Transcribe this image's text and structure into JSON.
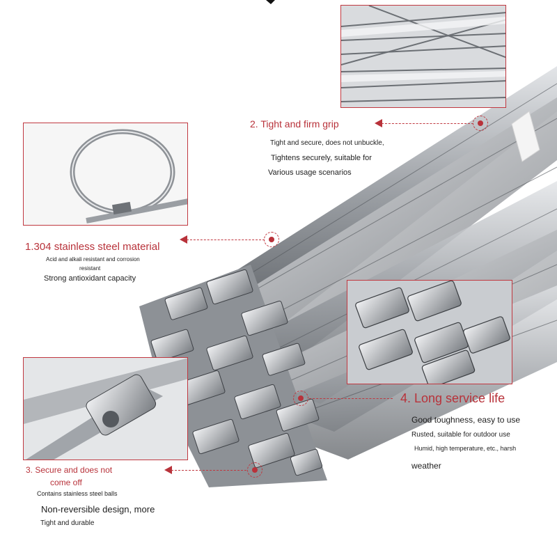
{
  "colors": {
    "accent": "#b8323a",
    "text": "#1e1e1e",
    "steel": "#a9acb0"
  },
  "features": {
    "grip": {
      "title": "2. Tight and firm grip",
      "lines": [
        "Tight and secure, does not unbuckle,",
        "Tightens securely, suitable for",
        "Various usage scenarios"
      ]
    },
    "material": {
      "title": "1.304 stainless steel material",
      "lines": [
        "Acid and alkali resistant and corrosion",
        "resistant",
        "Strong antioxidant capacity"
      ]
    },
    "service": {
      "title": "4. Long service life",
      "lines": [
        "Good toughness, easy to use",
        "Rusted, suitable for outdoor use",
        "Humid, high temperature, etc., harsh",
        "weather"
      ]
    },
    "secure": {
      "title_line1": "3. Secure and does not",
      "title_line2": "come off",
      "lines": [
        "Contains stainless steel balls",
        "Non-reversible design, more",
        "Tight and durable"
      ]
    }
  }
}
